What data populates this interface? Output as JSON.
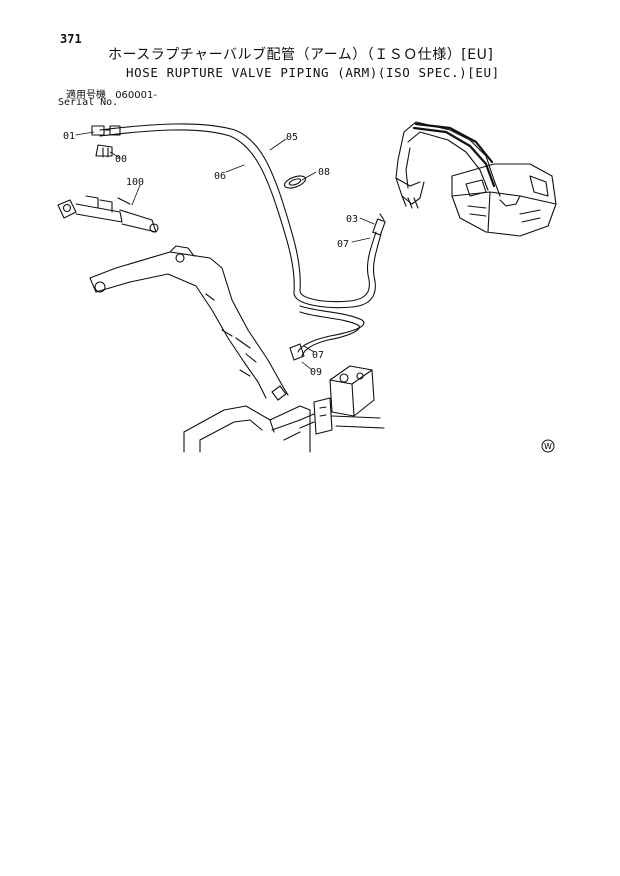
{
  "page_number": "371",
  "title_jp": "ホースラプチャーバルブ配管（アーム）（ＩＳＯ仕様）[EU]",
  "title_en": "HOSE RUPTURE VALVE PIPING (ARM)(ISO SPEC.)[EU]",
  "serial_label_jp": "適用号機",
  "serial_value": "060001-",
  "serial_label_en": "Serial No.",
  "callouts": {
    "c01": "01",
    "c00": "00",
    "c05": "05",
    "c06": "06",
    "c08": "08",
    "c100": "100",
    "c03": "03",
    "c07a": "07",
    "c07b": "07",
    "c09": "09"
  },
  "mark": "W"
}
